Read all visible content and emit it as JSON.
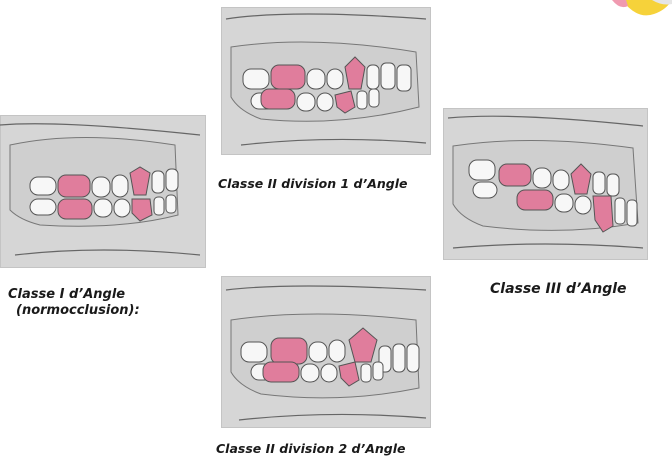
{
  "panels": [
    {
      "id": "class-1",
      "caption_lines": [
        "Classe I d’Angle",
        "(normocclusion):"
      ]
    },
    {
      "id": "class-2-div-1",
      "caption_lines": [
        "Classe II division 1 d’Angle"
      ]
    },
    {
      "id": "class-3",
      "caption_lines": [
        "Classe III d’Angle"
      ]
    },
    {
      "id": "class-2-div-2",
      "caption_lines": [
        "Classe II division 2 d’Angle"
      ]
    }
  ],
  "colors": {
    "panel_bg": "#d6d6d6",
    "tooth_white": "#f7f7f7",
    "tooth_pink": "#e07d9c",
    "outline": "#555555"
  }
}
